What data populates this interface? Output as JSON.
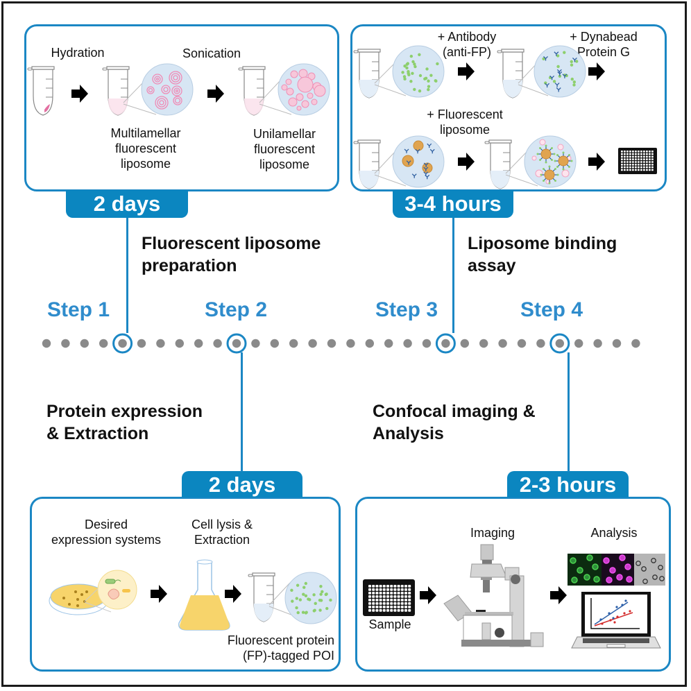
{
  "steps": [
    {
      "label": "Step 1",
      "title": "Fluorescent liposome\npreparation",
      "duration": "2 days"
    },
    {
      "label": "Step 2",
      "title": "Protein expression\n& Extraction",
      "duration": "2 days"
    },
    {
      "label": "Step 3",
      "title": "Liposome binding\nassay",
      "duration": "3-4 hours"
    },
    {
      "label": "Step 4",
      "title": "Confocal imaging &\nAnalysis",
      "duration": "2-3 hours"
    }
  ],
  "panel1": {
    "hydration": "Hydration",
    "sonication": "Sonication",
    "multilamellar": "Multilamellar\nfluorescent\nliposome",
    "unilamellar": "Unilamellar\nfluorescent\nliposome"
  },
  "panel2": {
    "antibody": "+ Antibody\n(anti-FP)",
    "dynabead": "+ Dynabead\nProtein G",
    "fluor_liposome": "+ Fluorescent\nliposome"
  },
  "panel3": {
    "expression": "Desired\nexpression systems",
    "lysis": "Cell lysis &\nExtraction",
    "fp_tagged": "Fluorescent protein\n(FP)-tagged POI"
  },
  "panel4": {
    "sample": "Sample",
    "imaging": "Imaging",
    "analysis": "Analysis"
  },
  "colors": {
    "accent": "#1b87c4",
    "tab": "#0b86c0",
    "step_text": "#2f8ccc",
    "timeline_dot": "#8a8a8a"
  },
  "icons": [
    "tube-icon",
    "arrow-right-icon",
    "zoom-circle-icon",
    "well-plate-icon",
    "petri-dish-icon",
    "flask-icon",
    "microscope-icon",
    "laptop-chart-icon",
    "fluorescence-image-icon"
  ]
}
